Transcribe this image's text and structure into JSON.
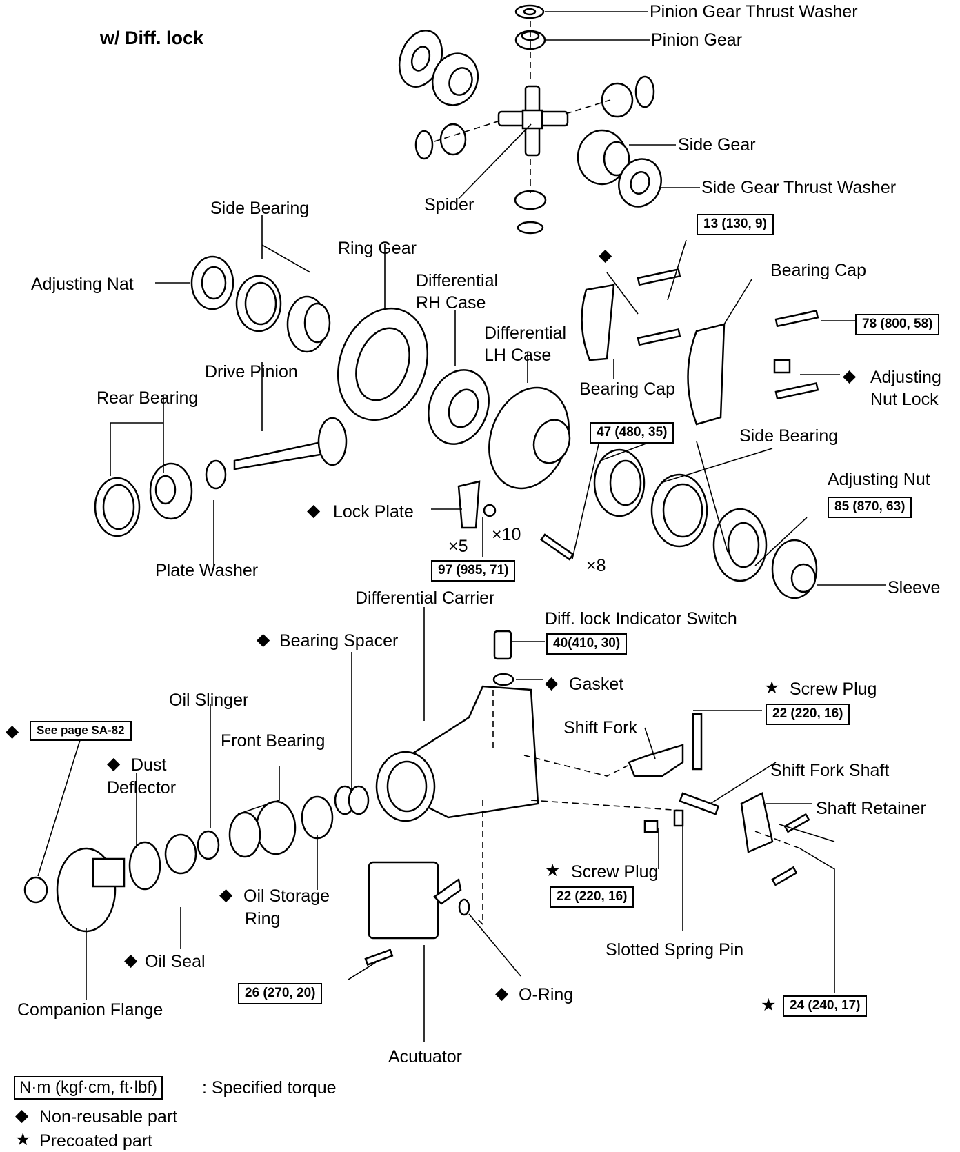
{
  "title": "w/ Diff. lock",
  "labels": {
    "pinion_gear_thrust_washer": "Pinion Gear Thrust Washer",
    "pinion_gear": "Pinion Gear",
    "side_gear": "Side Gear",
    "side_gear_thrust_washer": "Side Gear Thrust Washer",
    "spider": "Spider",
    "side_bearing_top": "Side Bearing",
    "ring_gear": "Ring Gear",
    "adjusting_nat": "Adjusting Nat",
    "differential_rh_case_1": "Differential",
    "differential_rh_case_2": "RH Case",
    "differential_lh_case_1": "Differential",
    "differential_lh_case_2": "LH Case",
    "bearing_cap_right": "Bearing Cap",
    "bearing_cap_center": "Bearing Cap",
    "adjusting_nut_lock_1": "Adjusting",
    "adjusting_nut_lock_2": "Nut Lock",
    "drive_pinion": "Drive Pinion",
    "rear_bearing": "Rear Bearing",
    "side_bearing_right": "Side Bearing",
    "adjusting_nut": "Adjusting Nut",
    "lock_plate": "Lock Plate",
    "x5": "×5",
    "x10": "×10",
    "x8": "×8",
    "plate_washer": "Plate Washer",
    "sleeve": "Sleeve",
    "differential_carrier": "Differential Carrier",
    "diff_lock_indicator_switch": "Diff. lock Indicator Switch",
    "bearing_spacer": "Bearing Spacer",
    "gasket": "Gasket",
    "oil_slinger": "Oil Slinger",
    "screw_plug_top": "Screw Plug",
    "shift_fork": "Shift Fork",
    "front_bearing": "Front Bearing",
    "dust_deflector_1": "Dust",
    "dust_deflector_2": "Deflector",
    "shift_fork_shaft": "Shift Fork Shaft",
    "shaft_retainer": "Shaft Retainer",
    "screw_plug_bottom": "Screw Plug",
    "oil_storage_ring_1": "Oil Storage",
    "oil_storage_ring_2": "Ring",
    "slotted_spring_pin": "Slotted Spring Pin",
    "oil_seal": "Oil Seal",
    "companion_flange": "Companion Flange",
    "o_ring": "O-Ring",
    "acutuator": "Acutuator"
  },
  "torques": {
    "bearing_cap_bolt_small": "13 (130, 9)",
    "bearing_cap_bolt": "78 (800, 58)",
    "ring_gear_bolt": "47 (480, 35)",
    "adjusting_nut": "85 (870, 63)",
    "lock_plate_bolt": "97 (985, 71)",
    "indicator_switch": "40(410, 30)",
    "screw_plug_top": "22 (220, 16)",
    "see_page": "See page SA-82",
    "screw_plug_bottom": "22 (220, 16)",
    "actuator_bolt": "26 (270, 20)",
    "shaft_retainer_bolt": "24 (240, 17)"
  },
  "symbols": {
    "non_reusable": "◆",
    "precoated": "★"
  },
  "legend": {
    "unit_box": "N·m (kgf·cm, ft·lbf)",
    "unit_desc": ": Specified torque",
    "non_reusable": "Non-reusable part",
    "precoated": "Precoated part"
  }
}
